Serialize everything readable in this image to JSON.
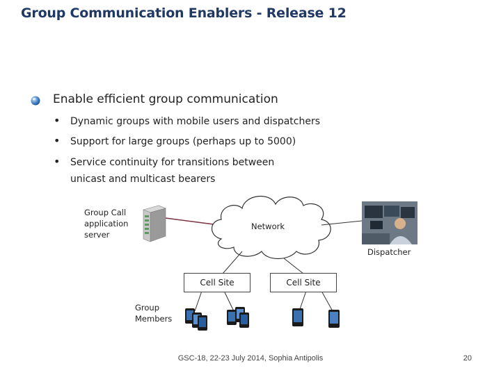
{
  "title": "Group Communication Enablers - Release 12",
  "main_point": "Enable efficient group communication",
  "sub_points": [
    "Dynamic groups with mobile users and dispatchers",
    "Support for large groups (perhaps up to 5000)",
    "Service continuity for transitions between",
    "unicast and multicast bearers"
  ],
  "diagram": {
    "server_label": "Group Call\napplication\nserver",
    "network_label": "Network",
    "dispatcher_label": "Dispatcher",
    "cell_site_1": "Cell Site",
    "cell_site_2": "Cell Site",
    "members_label": "Group\nMembers"
  },
  "footer": "GSC-18, 22-23 July 2014, Sophia Antipolis",
  "page_number": "20",
  "colors": {
    "title": "#1f3864",
    "bullet": "#3a6fb0",
    "link_line": "#7a3040"
  }
}
